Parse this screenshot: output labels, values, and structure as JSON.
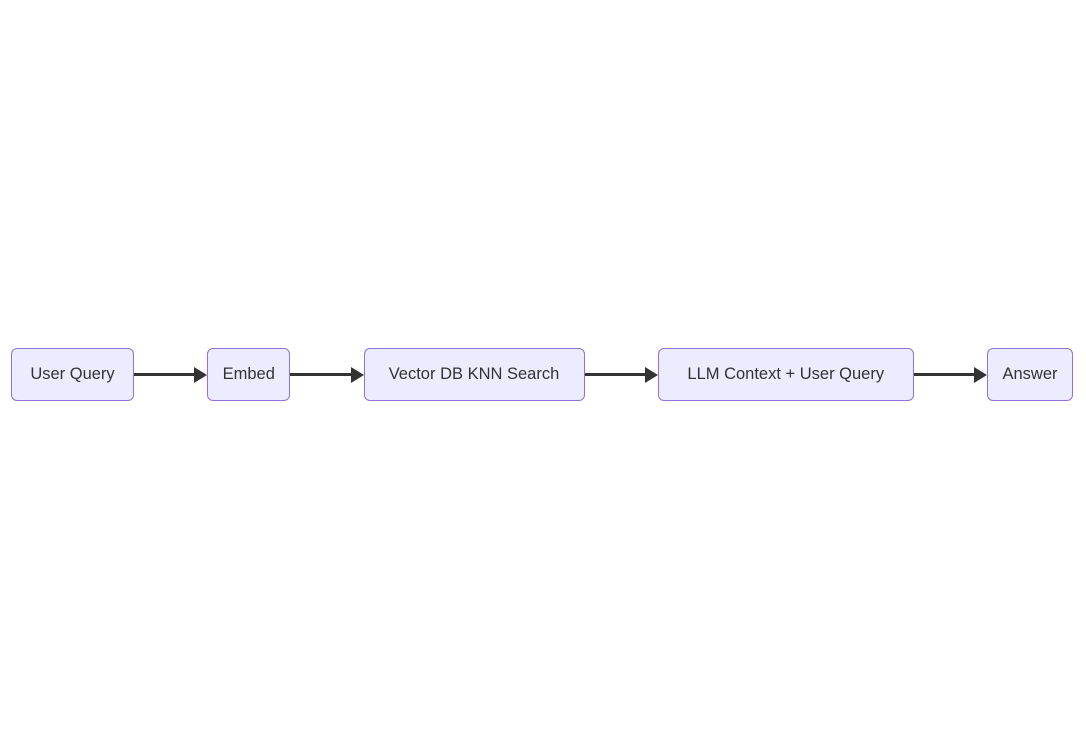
{
  "diagram": {
    "type": "flowchart-left-to-right",
    "background": "#FFFFFF",
    "nodes": [
      {
        "id": "user-query",
        "label": "User Query"
      },
      {
        "id": "embed",
        "label": "Embed"
      },
      {
        "id": "vector-db-knn-search",
        "label": "Vector DB KNN Search"
      },
      {
        "id": "llm-context-user-query",
        "label": "LLM Context + User Query"
      },
      {
        "id": "answer",
        "label": "Answer"
      }
    ],
    "edges": [
      {
        "from": "user-query",
        "to": "embed"
      },
      {
        "from": "embed",
        "to": "vector-db-knn-search"
      },
      {
        "from": "vector-db-knn-search",
        "to": "llm-context-user-query"
      },
      {
        "from": "llm-context-user-query",
        "to": "answer"
      }
    ],
    "colors": {
      "node_fill": "#ECECFF",
      "node_border": "#9370DB",
      "node_text": "#333333",
      "edge_stroke": "#333333"
    }
  }
}
